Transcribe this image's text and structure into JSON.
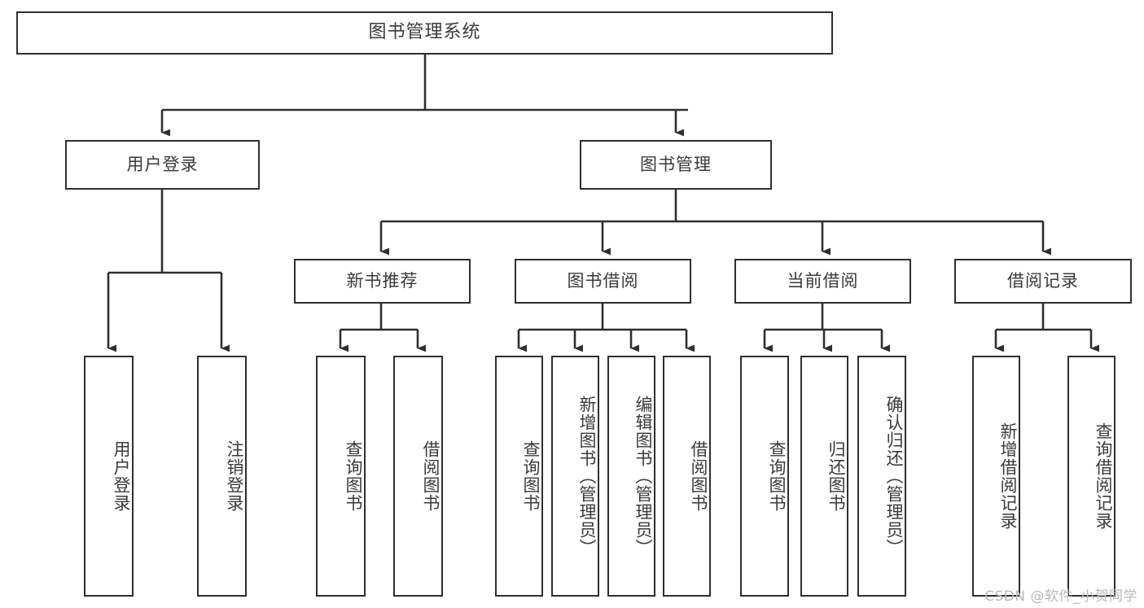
{
  "diagram": {
    "title": "图书管理系统",
    "type": "tree",
    "colors": {
      "line": "#2f2f2f",
      "box_border": "#2f2f2f",
      "box_fill": "#ffffff",
      "text": "#3a3a3a",
      "watermark": "#b9b9b9",
      "background": "#ffffff"
    },
    "root": {
      "label": "图书管理系统"
    },
    "level1": [
      {
        "label": "用户登录"
      },
      {
        "label": "图书管理"
      }
    ],
    "level2": [
      {
        "label": "新书推荐"
      },
      {
        "label": "图书借阅"
      },
      {
        "label": "当前借阅"
      },
      {
        "label": "借阅记录"
      }
    ],
    "leaves": {
      "user_login": [
        {
          "label": "用户登录"
        },
        {
          "label": "注销登录"
        }
      ],
      "new_book_recommend": [
        {
          "label": "查询图书"
        },
        {
          "label": "借阅图书"
        }
      ],
      "book_borrow": [
        {
          "label": "查询图书"
        },
        {
          "label": "新增图书（管理员）"
        },
        {
          "label": "编辑图书（管理员）"
        },
        {
          "label": "借阅图书"
        }
      ],
      "current_borrow": [
        {
          "label": "查询图书"
        },
        {
          "label": "归还图书"
        },
        {
          "label": "确认归还（管理员）"
        }
      ],
      "borrow_record": [
        {
          "label": "新增借阅记录"
        },
        {
          "label": "查询借阅记录"
        }
      ]
    }
  },
  "watermark": {
    "text": "CSDN @软件_小贺同学"
  }
}
